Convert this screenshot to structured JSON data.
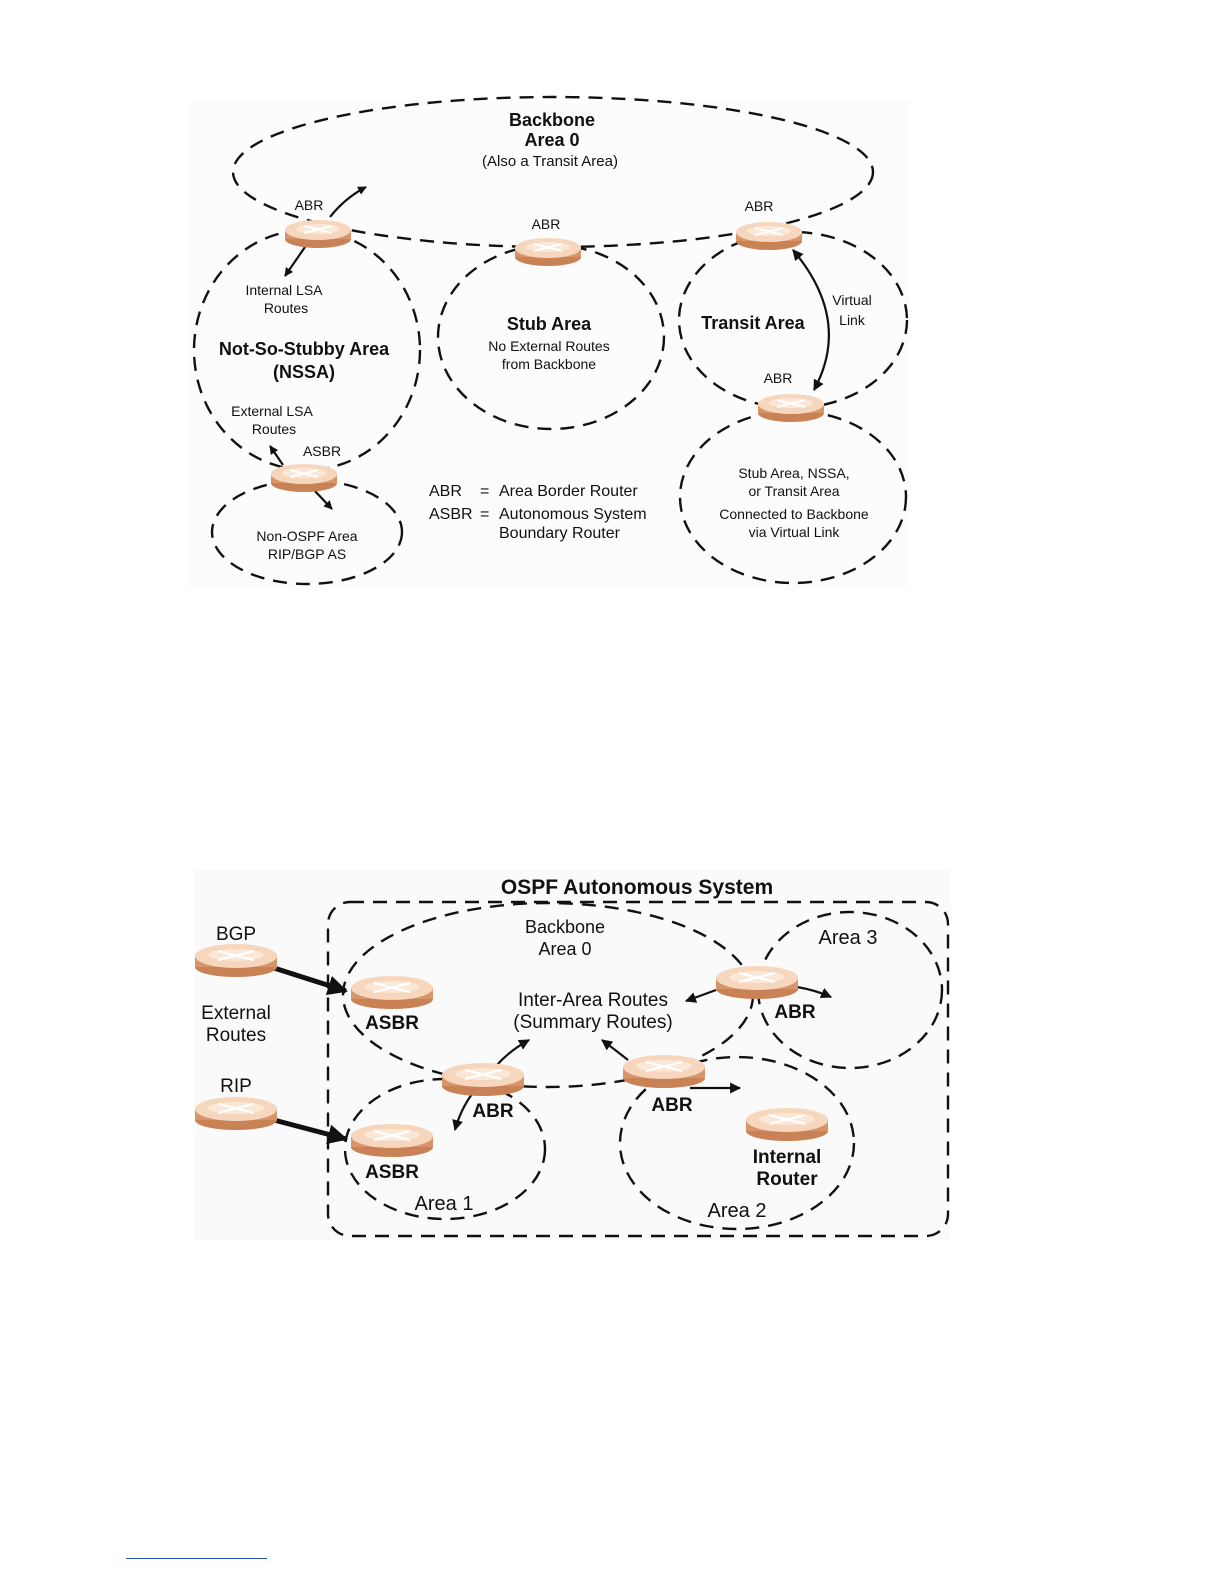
{
  "diagram1": {
    "backbone": {
      "title": "Backbone",
      "subtitle": "Area 0",
      "note": "(Also a Transit Area)"
    },
    "abr_label": "ABR",
    "asbr_label": "ASBR",
    "internal_lsa": [
      "Internal LSA",
      "Routes"
    ],
    "nssa": [
      "Not-So-Stubby Area",
      "(NSSA)"
    ],
    "external_lsa": [
      "External LSA",
      "Routes"
    ],
    "non_ospf": [
      "Non-OSPF Area",
      "RIP/BGP AS"
    ],
    "stub": {
      "title": "Stub Area",
      "lines": [
        "No External Routes",
        "from Backbone"
      ]
    },
    "transit": {
      "title": "Transit Area"
    },
    "virtual_link": [
      "Virtual",
      "Link"
    ],
    "remote": [
      "Stub Area, NSSA,",
      "or Transit  Area",
      "Connected to Backbone",
      "via Virtual Link"
    ],
    "legend": {
      "abr_key": "ABR",
      "abr_eq": "=",
      "abr_value": "Area Border Router",
      "asbr_key": "ASBR",
      "asbr_eq": "=",
      "asbr_value_1": "Autonomous System",
      "asbr_value_2": "Boundary Router"
    }
  },
  "diagram2": {
    "title": "OSPF Autonomous System",
    "bgp": "BGP",
    "rip": "RIP",
    "external_routes": [
      "External",
      "Routes"
    ],
    "backbone": [
      "Backbone",
      "Area 0"
    ],
    "inter_area": [
      "Inter-Area Routes",
      "(Summary Routes)"
    ],
    "asbr_label": "ASBR",
    "abr_label": "ABR",
    "area1": "Area 1",
    "area2": "Area 2",
    "area3": "Area 3",
    "internal_router": [
      "Internal",
      "Router"
    ]
  },
  "colors": {
    "router_top": "#f6d7bd",
    "router_side": "#d8956a",
    "router_highlight": "#fff6ee",
    "stroke": "#111111",
    "background": "#ffffff"
  },
  "icons": [
    "router-icon",
    "arrow"
  ]
}
